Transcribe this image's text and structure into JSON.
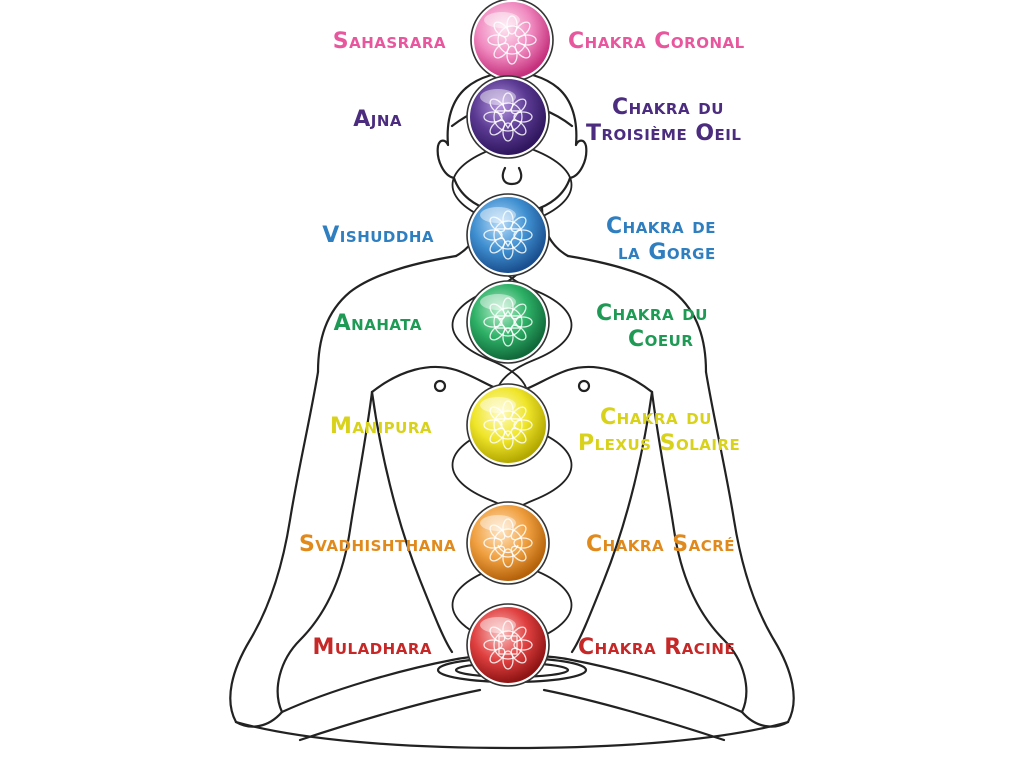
{
  "chakras": [
    {
      "id": "crown",
      "sanskrit": "Sahasrara",
      "french": [
        "Chakra Coronal"
      ],
      "color": "#e8579e",
      "light": "#fbc4e1",
      "dark": "#c4307c"
    },
    {
      "id": "third-eye",
      "sanskrit": "Ajna",
      "french": [
        "Chakra du",
        "Troisième Oeil"
      ],
      "color": "#4b2c7f",
      "light": "#a07fd0",
      "dark": "#2f165e"
    },
    {
      "id": "throat",
      "sanskrit": "Vishuddha",
      "french": [
        "Chakra de",
        "la Gorge"
      ],
      "color": "#2f7fc0",
      "light": "#8fc6f2",
      "dark": "#1a4f8f"
    },
    {
      "id": "heart",
      "sanskrit": "Anahata",
      "french": [
        "Chakra du",
        "Coeur"
      ],
      "color": "#1e9a55",
      "light": "#8fe0b0",
      "dark": "#11693a"
    },
    {
      "id": "solar-plexus",
      "sanskrit": "Manipura",
      "french": [
        "Chakra du",
        "Plexus Solaire"
      ],
      "color": "#d9d21a",
      "light": "#fbf78a",
      "dark": "#b3a800"
    },
    {
      "id": "sacral",
      "sanskrit": "Svadhishthana",
      "french": [
        "Chakra Sacré"
      ],
      "color": "#e08a1e",
      "light": "#fdd19a",
      "dark": "#b5620b"
    },
    {
      "id": "root",
      "sanskrit": "Muladhara",
      "french": [
        "Chakra Racine"
      ],
      "color": "#c62828",
      "light": "#f59a9a",
      "dark": "#8f1414"
    }
  ]
}
